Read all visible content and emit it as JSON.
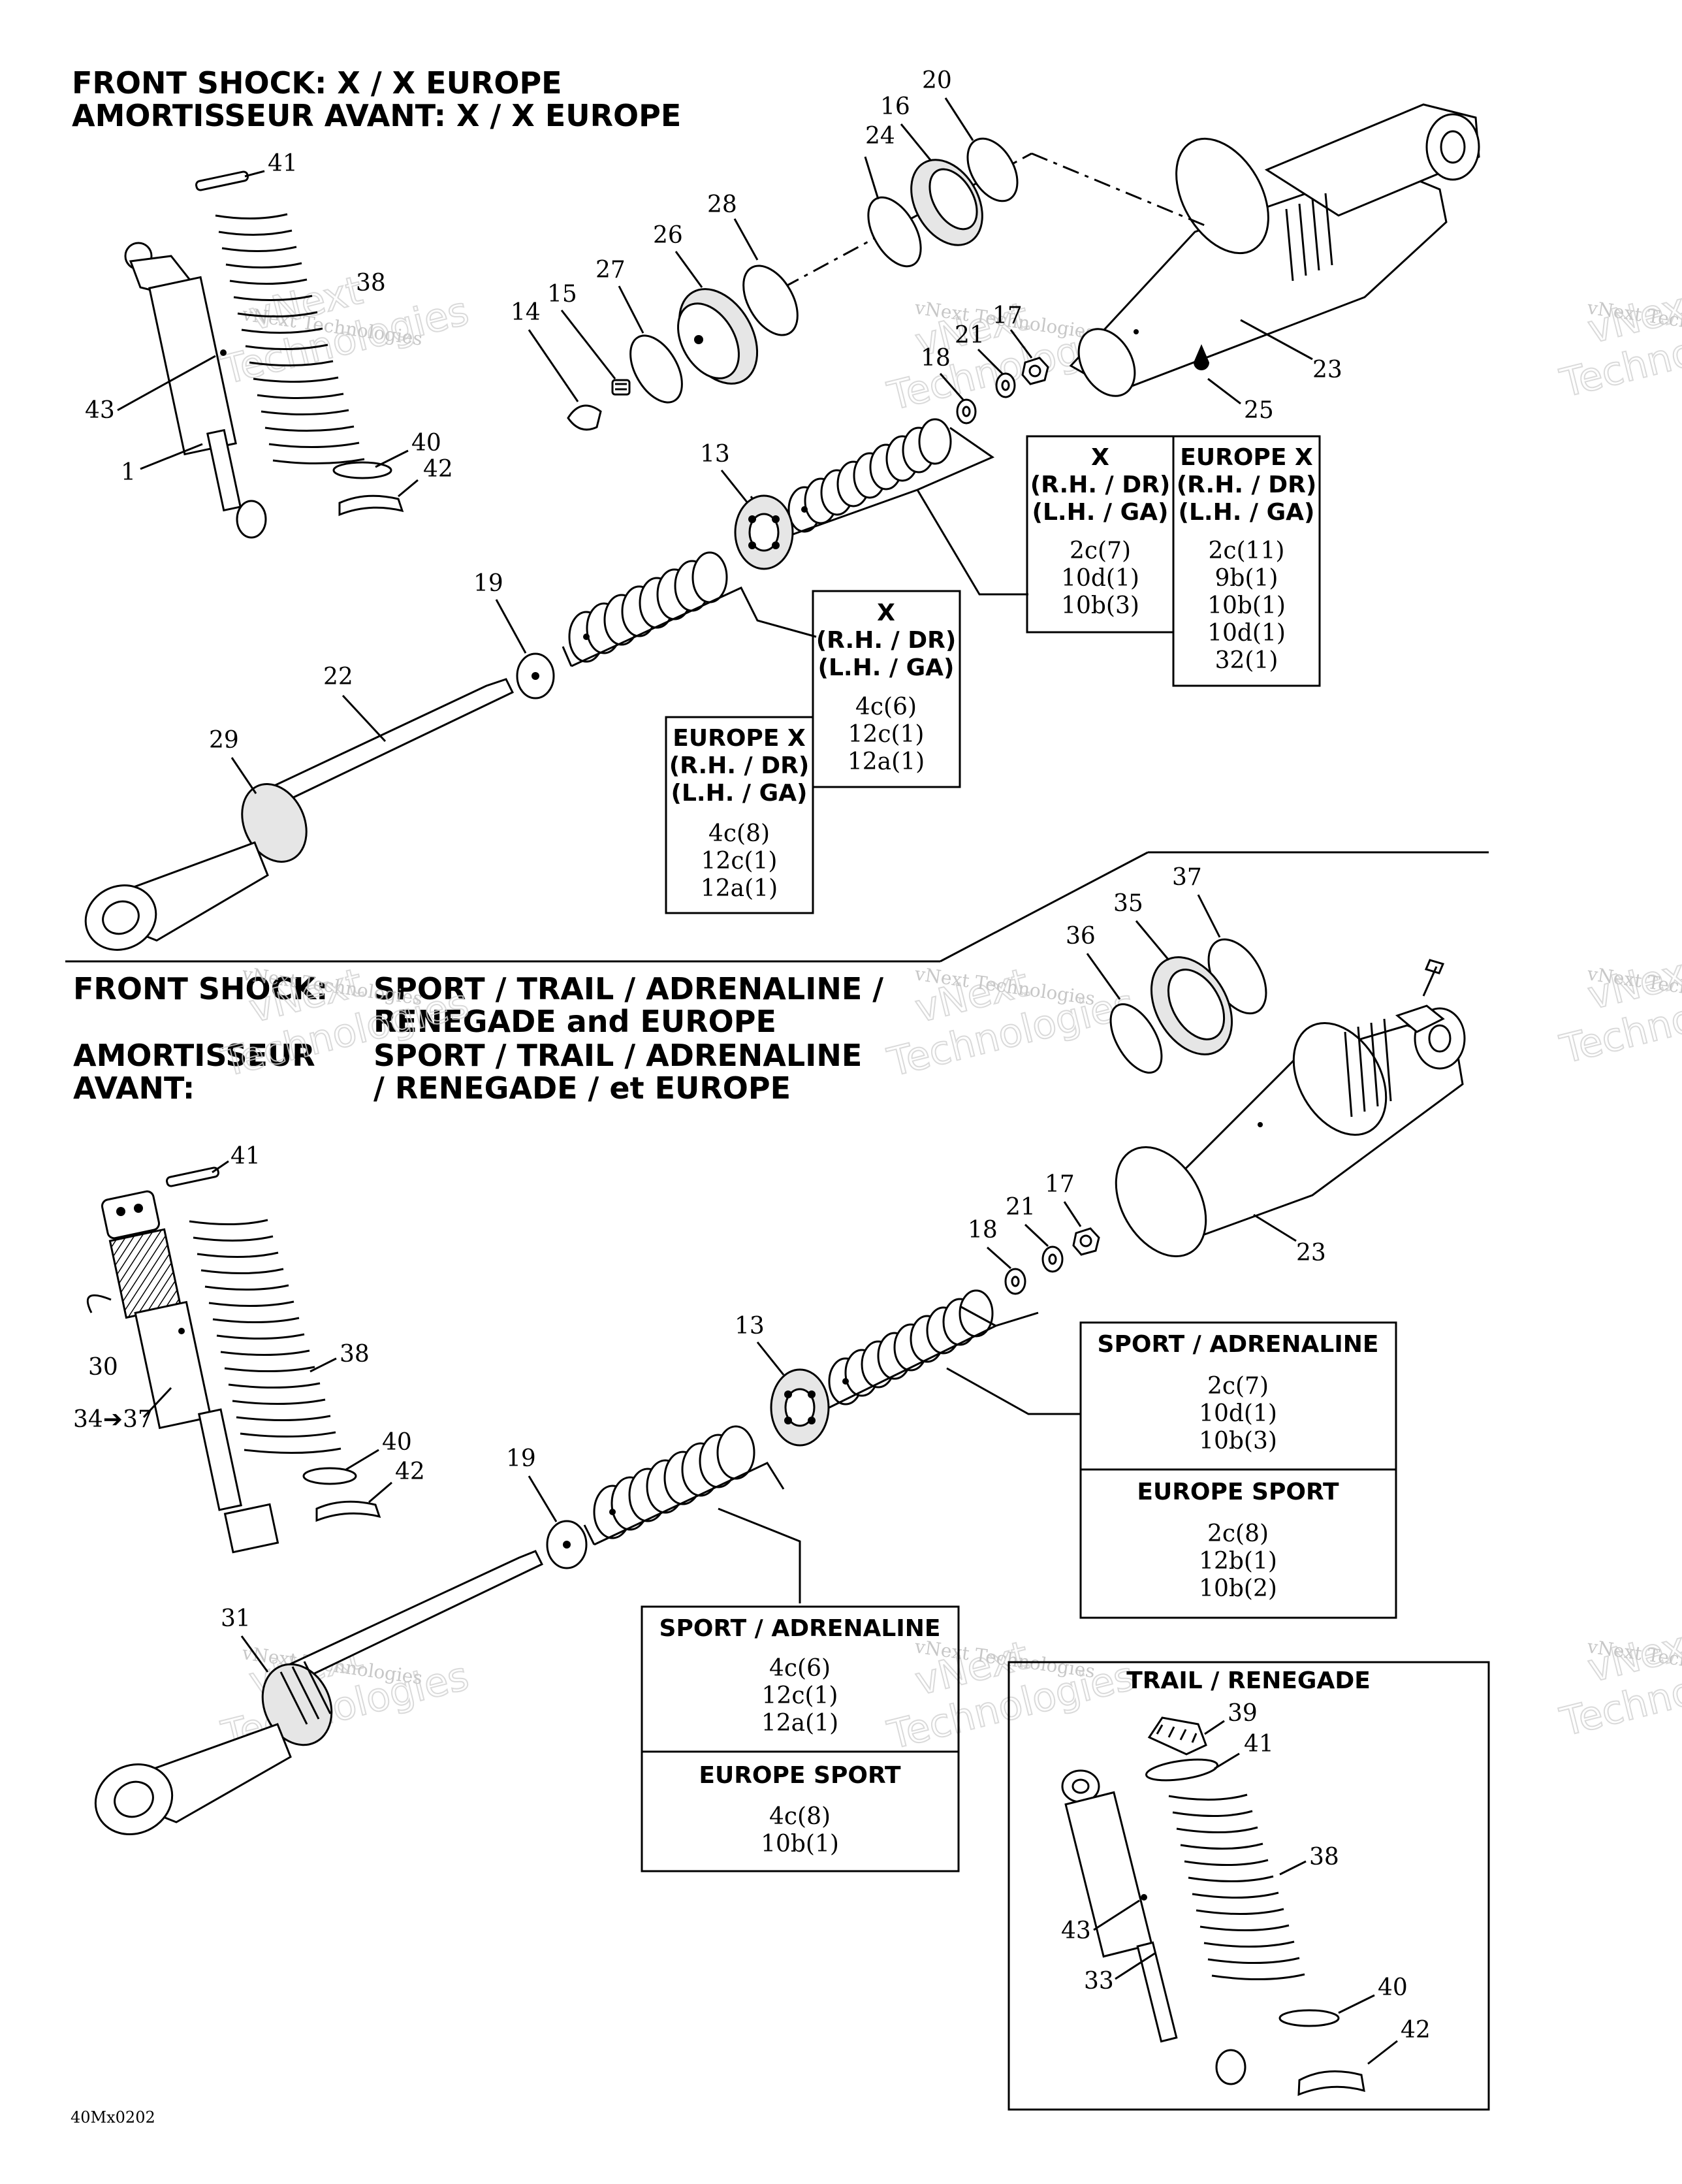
{
  "headings": {
    "top_line1": "FRONT SHOCK:  X / X EUROPE",
    "top_line2": "AMORTISSEUR AVANT:  X / X EUROPE",
    "bottom_en_label": "FRONT SHOCK:",
    "bottom_en_models1": "SPORT / TRAIL / ADRENALINE /",
    "bottom_en_models2": "RENEGADE and EUROPE",
    "bottom_fr_label1": "AMORTISSEUR",
    "bottom_fr_label2": "AVANT:",
    "bottom_fr_models1": "SPORT / TRAIL / ADRENALINE",
    "bottom_fr_models2": "/ RENEGADE / et EUROPE"
  },
  "diagram_code": "40Mx0202",
  "watermark": {
    "line1": "vNext",
    "line2": "Technologies",
    "small": "vNext Technologies"
  },
  "callouts_top": {
    "c41": "41",
    "c38": "38",
    "c43": "43",
    "c1": "1",
    "c40": "40",
    "c42": "42",
    "c20": "20",
    "c16": "16",
    "c24": "24",
    "c28": "28",
    "c26": "26",
    "c27": "27",
    "c15": "15",
    "c14": "14",
    "c17": "17",
    "c21": "21",
    "c18": "18",
    "c23": "23",
    "c25": "25",
    "c13": "13",
    "c19": "19",
    "c22": "22",
    "c29": "29"
  },
  "callouts_bottom": {
    "c37": "37",
    "c35": "35",
    "c36": "36",
    "c41": "41",
    "c30": "30",
    "c34_37": "34➔37",
    "c38": "38",
    "c40": "40",
    "c42": "42",
    "c17": "17",
    "c21": "21",
    "c18": "18",
    "c23": "23",
    "c13": "13",
    "c19": "19",
    "c31": "31",
    "tr39": "39",
    "tr41": "41",
    "tr38": "38",
    "tr43": "43",
    "tr33": "33",
    "tr40": "40",
    "tr42": "42"
  },
  "tables": {
    "top_upper_x": {
      "title": "X",
      "l2": "(R.H. / DR)",
      "l3": "(L.H. / GA)",
      "v1": "2c(7)",
      "v2": "10d(1)",
      "v3": "10b(3)"
    },
    "top_upper_eu": {
      "title": "EUROPE X",
      "l2": "(R.H. / DR)",
      "l3": "(L.H. / GA)",
      "v1": "2c(11)",
      "v2": "9b(1)",
      "v3": "10b(1)",
      "v4": "10d(1)",
      "v5": "32(1)"
    },
    "top_lower_x": {
      "title": "X",
      "l2": "(R.H. / DR)",
      "l3": "(L.H. / GA)",
      "v1": "4c(6)",
      "v2": "12c(1)",
      "v3": "12a(1)"
    },
    "top_lower_eu": {
      "title": "EUROPE X",
      "l2": "(R.H. / DR)",
      "l3": "(L.H. / GA)",
      "v1": "4c(8)",
      "v2": "12c(1)",
      "v3": "12a(1)"
    },
    "bot_upper": {
      "t1": "SPORT / ADRENALINE",
      "a1": "2c(7)",
      "a2": "10d(1)",
      "a3": "10b(3)",
      "t2": "EUROPE SPORT",
      "b1": "2c(8)",
      "b2": "12b(1)",
      "b3": "10b(2)"
    },
    "bot_lower": {
      "t1": "SPORT / ADRENALINE",
      "a1": "4c(6)",
      "a2": "12c(1)",
      "a3": "12a(1)",
      "t2": "EUROPE SPORT",
      "b1": "4c(8)",
      "b2": "10b(1)"
    },
    "trail_title": "TRAIL / RENEGADE"
  }
}
